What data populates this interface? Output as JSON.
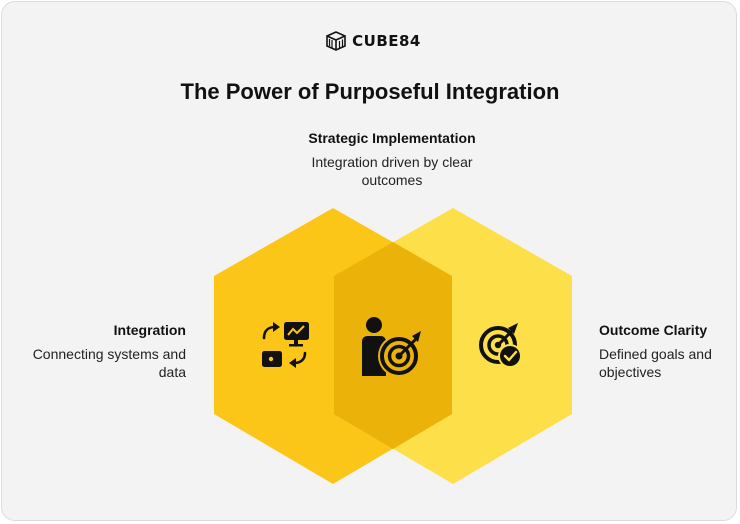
{
  "logo": {
    "text": "CUBE84",
    "icon": "cube-stack-icon"
  },
  "title": "The Power of Purposeful Integration",
  "top": {
    "heading": "Strategic Implementation",
    "description": "Integration driven by clear outcomes",
    "icon": "person-target-icon"
  },
  "left": {
    "heading": "Integration",
    "description": "Connecting systems and data",
    "icon": "device-sync-icon"
  },
  "right": {
    "heading": "Outcome Clarity",
    "description": "Defined goals and objectives",
    "icon": "target-check-icon"
  },
  "colors": {
    "left_hex": "#fcc619",
    "right_hex": "#fddf4a",
    "overlap_hex": "#ebb209",
    "text": "#111111",
    "background": "#f3f3f3"
  }
}
